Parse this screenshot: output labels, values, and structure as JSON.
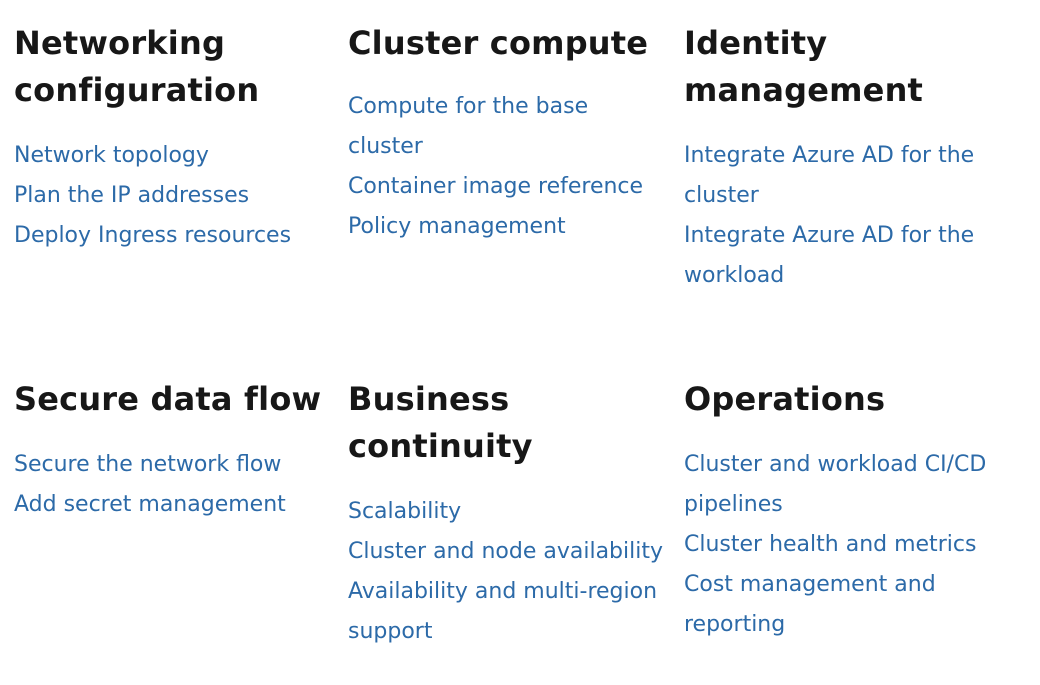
{
  "sections": [
    {
      "title": "Networking configuration",
      "links": [
        "Network topology",
        "Plan the IP addresses",
        "Deploy Ingress resources"
      ]
    },
    {
      "title": "Cluster compute",
      "links": [
        "Compute for the base cluster",
        "Container image reference",
        "Policy management"
      ]
    },
    {
      "title": "Identity management",
      "links": [
        "Integrate Azure AD for the cluster",
        "Integrate Azure AD for the workload"
      ]
    },
    {
      "title": "Secure data flow",
      "links": [
        "Secure the network flow",
        "Add secret management"
      ]
    },
    {
      "title": "Business continuity",
      "links": [
        "Scalability",
        "Cluster and node availability",
        "Availability and multi-region support"
      ]
    },
    {
      "title": "Operations",
      "links": [
        "Cluster and workload CI/CD pipelines",
        "Cluster health and metrics",
        "Cost management and reporting"
      ]
    }
  ]
}
